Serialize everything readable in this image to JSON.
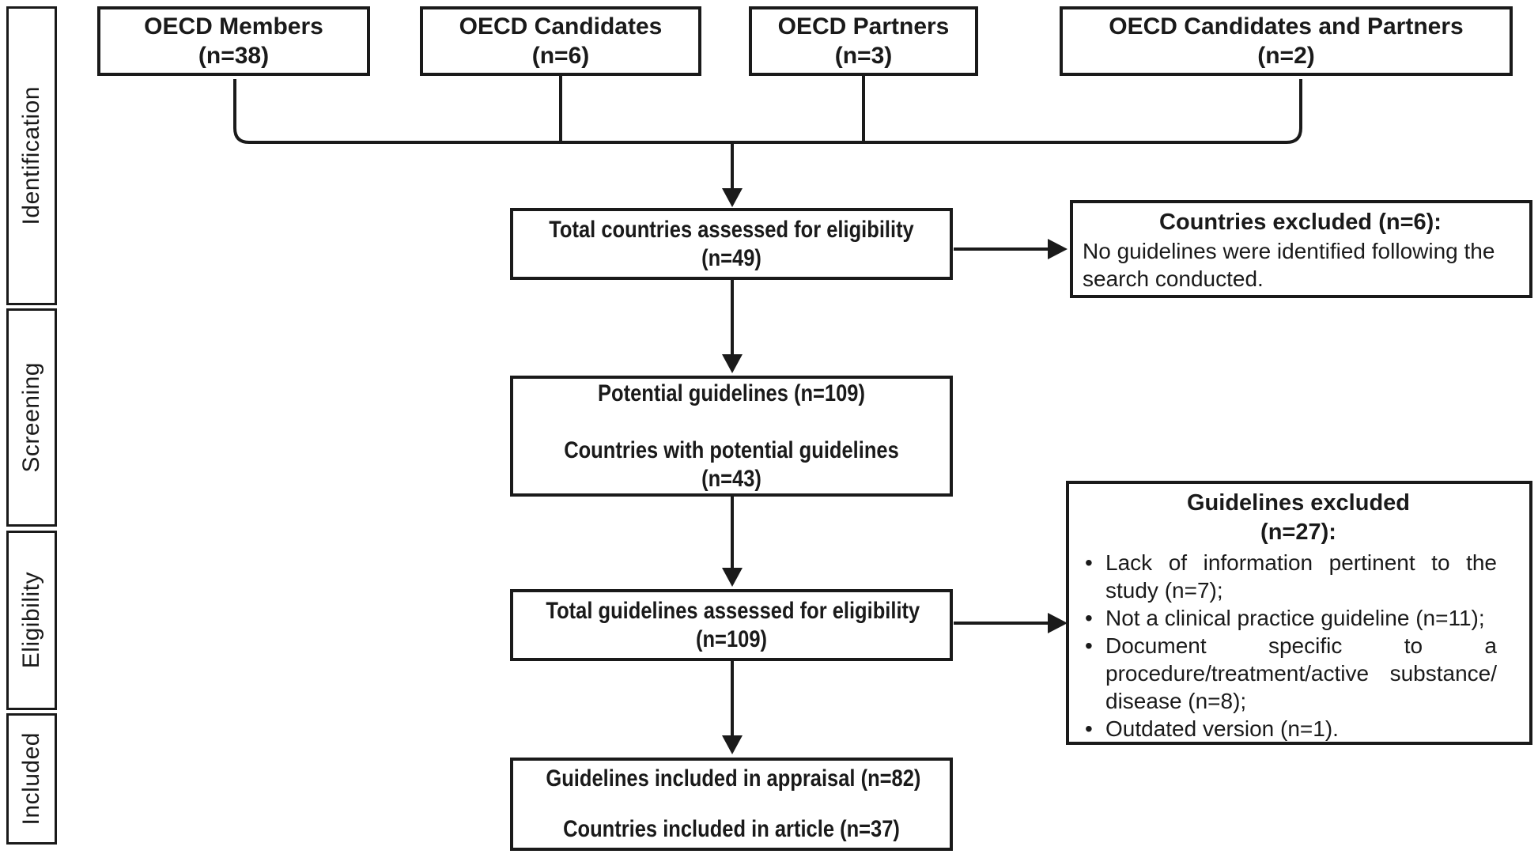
{
  "figure": {
    "background_color": "#ffffff",
    "line_color": "#1a1a1a",
    "text_color": "#1a1a1a"
  },
  "sidebar": {
    "stages": [
      {
        "label": "Identification"
      },
      {
        "label": "Screening"
      },
      {
        "label": "Eligibility"
      },
      {
        "label": "Included"
      }
    ]
  },
  "top_row": {
    "boxes": [
      {
        "title": "OECD Members",
        "count": "(n=38)"
      },
      {
        "title": "OECD Candidates",
        "count": "(n=6)"
      },
      {
        "title": "OECD Partners",
        "count": "(n=3)"
      },
      {
        "title": "OECD Candidates and Partners",
        "count": "(n=2)"
      }
    ]
  },
  "flow": {
    "countries_assessed": {
      "line1": "Total countries assessed for eligibility",
      "line2": "(n=49)"
    },
    "potential": {
      "line1": "Potential guidelines (n=109)",
      "line2": "Countries with potential guidelines",
      "line3": "(n=43)"
    },
    "guidelines_assessed": {
      "line1": "Total guidelines assessed for eligibility",
      "line2": "(n=109)"
    },
    "included": {
      "line1": "Guidelines included in appraisal (n=82)",
      "line2": "Countries included in article (n=37)"
    }
  },
  "exclusions": {
    "countries": {
      "heading": "Countries excluded (n=6):",
      "body": "No guidelines were identified following the search conducted."
    },
    "guidelines": {
      "heading_line1": "Guidelines excluded",
      "heading_line2": "(n=27):",
      "bullets": [
        "Lack of information pertinent to the study (n=7);",
        "Not a clinical practice guideline (n=11);",
        "Document specific to a procedure/treatment/active substance/ disease (n=8);",
        "Outdated version (n=1)."
      ]
    }
  }
}
